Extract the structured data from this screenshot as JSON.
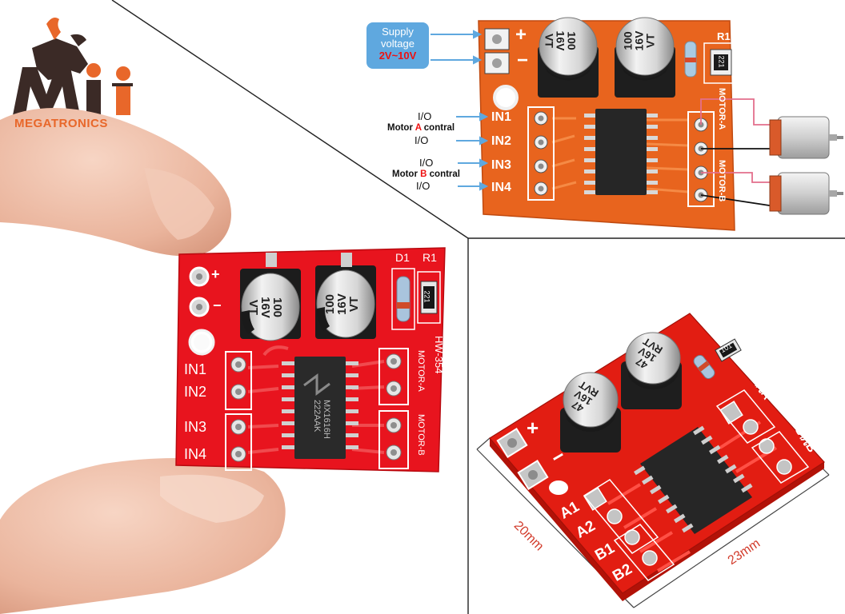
{
  "brand": {
    "name": "MEGATRONICS",
    "letters": "Mi",
    "accent": "#e8672a",
    "dark": "#3b2a26"
  },
  "diagram": {
    "supply_label_line1": "Supply",
    "supply_label_line2": "voltage",
    "supply_range": "2V~10V",
    "io_label": "I/O",
    "motor_a_prefix": "Motor ",
    "motor_a_letter": "A",
    "motor_a_suffix": " contral",
    "motor_b_prefix": "Motor ",
    "motor_b_letter": "B",
    "motor_b_suffix": " contral",
    "plus": "+",
    "minus": "−",
    "pins": [
      "IN1",
      "IN2",
      "IN3",
      "IN4"
    ],
    "cap_text": [
      "100",
      "16V",
      "VT"
    ],
    "r1": "R1",
    "r1_code": "221",
    "motor_a_label": "MOTOR-A",
    "motor_b_label": "MOTOR-B",
    "board_color": "#e8641e",
    "label_color": "#5fa8df"
  },
  "front_board": {
    "plus": "+",
    "minus": "−",
    "pins": [
      "IN1",
      "IN2",
      "IN3",
      "IN4"
    ],
    "cap_text": [
      "100",
      "16V",
      "VT"
    ],
    "d1": "D1",
    "r1": "R1",
    "r1_code": "221",
    "model": "HW-354",
    "chip_line1": "MX1616H",
    "chip_line2": "222AAK",
    "motor_a_label": "MOTOR-A",
    "motor_b_label": "MOTOR-B",
    "board_color": "#e8141e"
  },
  "angled_board": {
    "plus": "+",
    "minus": "−",
    "pins": [
      "A1",
      "A2",
      "B1",
      "B2"
    ],
    "cap_text": [
      "47",
      "16V",
      "RVT"
    ],
    "r_code": "101",
    "motor_a_label": "电机A",
    "motor_b_label": "电机B",
    "width_label": "23mm",
    "height_label": "20mm",
    "board_color": "#e21d12"
  }
}
